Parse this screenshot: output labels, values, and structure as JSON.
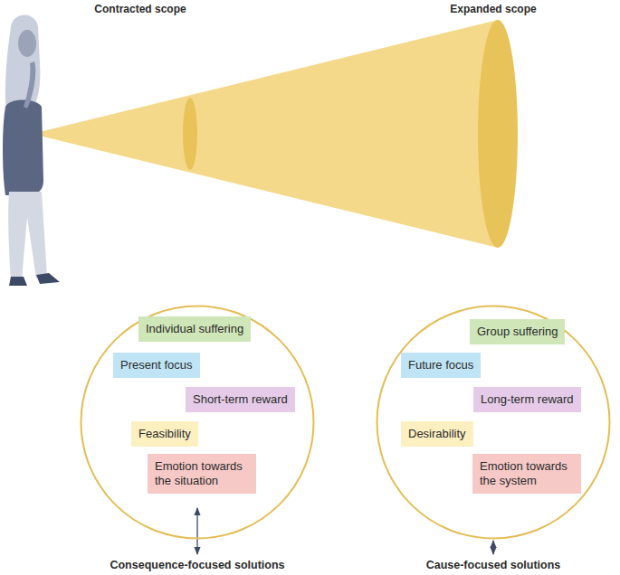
{
  "diagram": {
    "nodes": [
      {
        "text": [
          "Consequence-focused solutions"
        ]
      },
      {
        "text": [
          "Individual suffering"
        ],
        "in": 0
      },
      {
        "text": [
          "Present focus"
        ],
        "in": 0
      },
      {
        "text": [
          "Short-term reward"
        ],
        "in": 0
      },
      {
        "text": [
          "Feasibility"
        ],
        "in": 0
      },
      {
        "text": [
          "Emotion towards the situation"
        ],
        "in": 0
      },
      {
        "text": [
          "Cause-focused solutions"
        ]
      },
      {
        "text": [
          "Group suffering"
        ],
        "in": 6
      },
      {
        "text": [
          "Future focus"
        ],
        "in": 6
      },
      {
        "text": [
          "Long-term reward"
        ],
        "in": 6
      },
      {
        "text": [
          "Desirability"
        ],
        "in": 6
      },
      {
        "text": [
          "Emotion towards the system"
        ],
        "in": 6
      }
    ],
    "labels": [
      "Contracted scope",
      "Expanded scope"
    ]
  }
}
